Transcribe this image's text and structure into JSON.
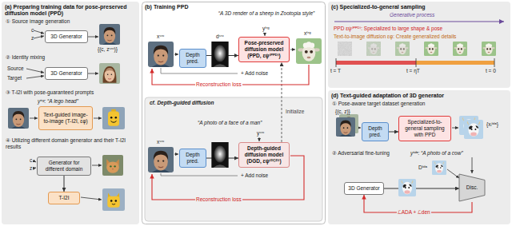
{
  "diagram": {
    "nodes": [
      {
        "text": [
          "(a) Preparing training data for pose-preserved diffusion model (PPD)"
        ]
      },
      {
        "text": [
          "3D Generator"
        ],
        "in": 0
      },
      {
        "text": [
          "3D Generator"
        ],
        "in": 0
      },
      {
        "text": [
          "Text-guided image-to-image (T-I2I, εφ)"
        ],
        "in": 0
      },
      {
        "text": [
          "Generator for different domain"
        ],
        "in": 0
      },
      {
        "text": [
          "T-I2I"
        ],
        "in": 0
      },
      {
        "text": [
          "(b) Training PPD"
        ]
      },
      {
        "text": [
          "Depth pred."
        ],
        "in": 6
      },
      {
        "text": [
          "Pose-preserved diffusion model (PPD, εψ⁽ᴾᴾᴰ⁾)"
        ],
        "in": 6
      },
      {
        "text": [
          "Depth pred."
        ],
        "in": 6
      },
      {
        "text": [
          "Depth-guided diffusion model (DGD, εψ⁽ᴰᴳᴰ⁾)"
        ],
        "in": 6
      },
      {
        "text": [
          "(c) Specialized-to-general sampling"
        ]
      },
      {
        "text": [
          "(d) Text-guided adaptation of 3D generator"
        ]
      },
      {
        "text": [
          "Depth pred."
        ],
        "in": 12
      },
      {
        "text": [
          "Specialized-to-general sampling with PPD"
        ],
        "in": 12
      },
      {
        "text": [
          "3D Generator"
        ],
        "in": 12
      },
      {
        "text": [
          "Disc."
        ],
        "in": 12
      }
    ],
    "edges": [
      {
        "from": 4,
        "to": 5,
        "arrow": "to"
      },
      {
        "from": 7,
        "to": 8,
        "arrow": "to"
      },
      {
        "from": 9,
        "to": 10,
        "arrow": "to"
      },
      {
        "from": 10,
        "to": 8,
        "arrow": "to",
        "label": "Initialize"
      },
      {
        "from": 13,
        "to": 14,
        "arrow": "to"
      },
      {
        "from": 15,
        "to": 16,
        "arrow": "to"
      }
    ],
    "labels": [
      "① Source image generation",
      "c",
      "z",
      "{(c, zˢʳᶜ)}",
      "② Identity mixing",
      "Source",
      "Target",
      "③ T-I2I with pose-guaranteed prompts",
      "yᵗʳᵍ: “A lego head”",
      "④ Utilizing different domain generator and their T-I2I results",
      "c",
      "z",
      "“A 3D render of a sheep in Zootopia style”",
      "yᵗʳᵍ",
      "xˢʳᶜ",
      "dˢʳᶜ",
      "xᵗʳᵍ",
      "+ Add noise",
      "Reconstruction loss",
      "cf. Depth-guided diffusion",
      "“A photo of a face of a man”",
      "yˢʳᶜ",
      "xˢʳᶜ",
      "+ Add noise",
      "Reconstruction loss",
      "Generative process",
      "PPD εψ⁽ᴾᴾᴰ⁾: Specialized to large shape & pose",
      "Text-to-image diffusion εφ: Create generalized details",
      "t = T",
      "t = ηT",
      "t = 0",
      "① Pose-aware target dataset generation",
      "{(c, z)}",
      "{xᵢᵗᵈᵃ}",
      "② Adversarial fine-tuning",
      "yᵗᵈᵃ: “A photo of a cow”",
      "Dᵗᵈᵃ",
      "ℒADA + ℒden"
    ]
  }
}
